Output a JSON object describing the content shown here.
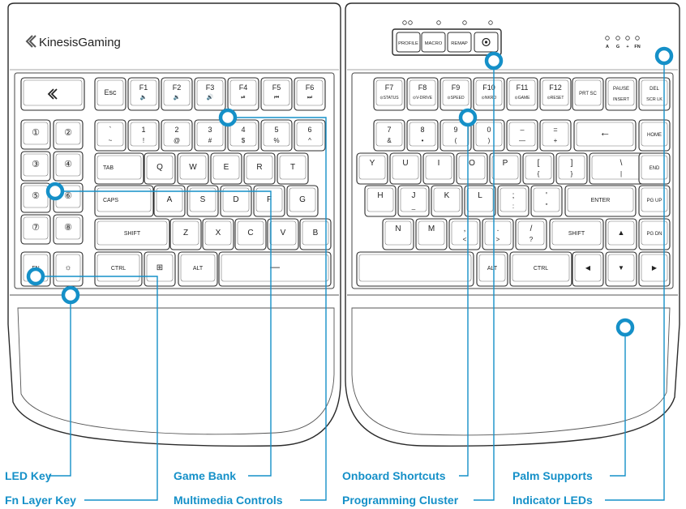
{
  "brand": {
    "name": "KinesisGaming"
  },
  "colors": {
    "accent": "#1590c8",
    "outline": "#2b2b2b",
    "key_fill": "#ffffff"
  },
  "top_buttons": [
    "PROFILE",
    "MACRO",
    "REMAP",
    "gear-icon"
  ],
  "indicator_leds": [
    "A",
    "G",
    "+",
    "FN"
  ],
  "left_module": {
    "esc": "Esc",
    "fkeys": [
      {
        "top": "F1",
        "sub": "🔈"
      },
      {
        "top": "F2",
        "sub": "🔉"
      },
      {
        "top": "F3",
        "sub": "🔊"
      },
      {
        "top": "F4",
        "sub": "⏯"
      },
      {
        "top": "F5",
        "sub": "⏮"
      },
      {
        "top": "F6",
        "sub": "⏭"
      }
    ],
    "game_bank": [
      "①",
      "②",
      "③",
      "④",
      "⑤",
      "⑥",
      "⑦",
      "⑧"
    ],
    "number_row": [
      {
        "top": "`",
        "bottom": "~"
      },
      {
        "top": "1",
        "bottom": "!"
      },
      {
        "top": "2",
        "bottom": "@"
      },
      {
        "top": "3",
        "bottom": "#"
      },
      {
        "top": "4",
        "bottom": "$"
      },
      {
        "top": "5",
        "bottom": "%"
      },
      {
        "top": "6",
        "bottom": "^"
      }
    ],
    "tab_row": [
      "TAB",
      "Q",
      "W",
      "E",
      "R",
      "T"
    ],
    "caps_row": [
      "CAPS",
      "A",
      "S",
      "D",
      "F",
      "G"
    ],
    "shift_row": [
      "SHIFT",
      "Z",
      "X",
      "C",
      "V",
      "B"
    ],
    "bottom_row": [
      "FN",
      "☼",
      "CTRL",
      "⊞",
      "ALT",
      "—"
    ]
  },
  "right_module": {
    "fkeys": [
      {
        "top": "F7",
        "sub": "⊙STATUS"
      },
      {
        "top": "F8",
        "sub": "⊙V-DRIVE"
      },
      {
        "top": "F9",
        "sub": "⊙SPEED"
      },
      {
        "top": "F10",
        "sub": "⊙NKRO"
      },
      {
        "top": "F11",
        "sub": "⊙GAME"
      },
      {
        "top": "F12",
        "sub": "⊙RESET"
      }
    ],
    "prtsc": "PRT SC",
    "pause": {
      "top": "PAUSE",
      "bottom": "INSERT"
    },
    "del": {
      "top": "DEL",
      "bottom": "SCR LK"
    },
    "number_row": [
      {
        "top": "7",
        "bottom": "&"
      },
      {
        "top": "8",
        "bottom": "•"
      },
      {
        "top": "9",
        "bottom": "("
      },
      {
        "top": "0",
        "bottom": ")"
      },
      {
        "top": "–",
        "bottom": "—"
      },
      {
        "top": "=",
        "bottom": "+"
      }
    ],
    "backspace": "←",
    "home": "HOME",
    "y_row": [
      {
        "top": "Y",
        "bottom": ""
      },
      {
        "top": "U",
        "bottom": ""
      },
      {
        "top": "I",
        "bottom": ""
      },
      {
        "top": "O",
        "bottom": ""
      },
      {
        "top": "P",
        "bottom": ""
      },
      {
        "top": "[",
        "bottom": "{"
      },
      {
        "top": "]",
        "bottom": "}"
      },
      {
        "top": "\\",
        "bottom": "|"
      }
    ],
    "end": "END",
    "h_row": [
      {
        "top": "H",
        "bottom": ""
      },
      {
        "top": "J",
        "bottom": "_"
      },
      {
        "top": "K",
        "bottom": ""
      },
      {
        "top": "L",
        "bottom": ""
      },
      {
        "top": ";",
        "bottom": ":"
      },
      {
        "top": "'",
        "bottom": "\""
      }
    ],
    "enter": "ENTER",
    "pgup": "PG UP",
    "n_row": [
      {
        "top": "N",
        "bottom": ""
      },
      {
        "top": "M",
        "bottom": ""
      },
      {
        "top": ",",
        "bottom": "<"
      },
      {
        "top": ".",
        "bottom": ">"
      },
      {
        "top": "/",
        "bottom": "?"
      }
    ],
    "shift": "SHIFT",
    "up": "▲",
    "pgdn": "PG DN",
    "bottom_row": [
      "",
      "ALT",
      "CTRL",
      "◀",
      "▼",
      "▶"
    ]
  },
  "callouts": [
    {
      "id": "led-key",
      "label": "LED Key"
    },
    {
      "id": "fn-layer-key",
      "label": "Fn Layer Key"
    },
    {
      "id": "game-bank",
      "label": "Game Bank"
    },
    {
      "id": "multimedia-controls",
      "label": "Multimedia Controls"
    },
    {
      "id": "onboard-shortcuts",
      "label": "Onboard Shortcuts"
    },
    {
      "id": "programming-cluster",
      "label": "Programming Cluster"
    },
    {
      "id": "palm-supports",
      "label": "Palm Supports"
    },
    {
      "id": "indicator-leds",
      "label": "Indicator LEDs"
    }
  ]
}
